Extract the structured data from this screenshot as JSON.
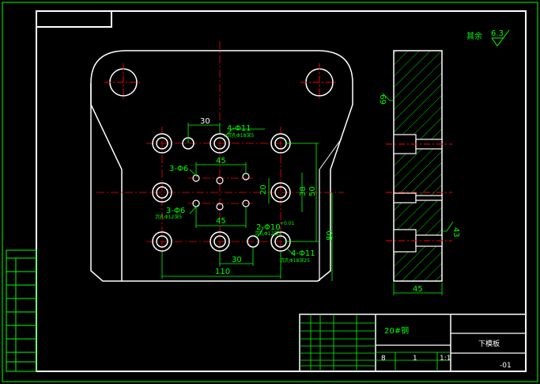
{
  "drawing": {
    "surface_finish": {
      "label": "其余",
      "value": "6.3"
    },
    "dims": {
      "hole_pitch_top": "30",
      "hole_4_d11_a": "4-Φ11",
      "hole_4_d11_a_sub": "沉孔Φ18深5",
      "pitch_45_upper": "45",
      "hole_3_d6_upper": "3-Φ6",
      "hole_3_d6_lower": "3-Φ6",
      "hole_3_d6_lower_sub": "沉孔Φ12深5",
      "pitch_20": "20",
      "pitch_38": "38",
      "pitch_50": "50",
      "pitch_45_lower": "45",
      "hole_2_d10": "2-Φ10",
      "hole_2_d10_tol": "+0.01",
      "hole_2_d10_sub": "沉孔Φ12深5",
      "pitch_30_lower": "30",
      "hole_4_d11_b": "4-Φ11",
      "hole_4_d11_b_sub": "沉孔Φ18深25",
      "pitch_110": "110",
      "height_80": "80",
      "side_69": "69",
      "side_43": "43",
      "side_width_45": "45"
    },
    "title_block": {
      "material": "20#钢",
      "part_name": "下模板",
      "drawing_number": "-01",
      "qty": "1",
      "scale": "1:1",
      "weight": "8"
    },
    "colors": {
      "border": "#00ff00",
      "outline": "#ffffff",
      "center": "#ff0000",
      "dimension": "#00ff00",
      "background": "#000000"
    }
  }
}
